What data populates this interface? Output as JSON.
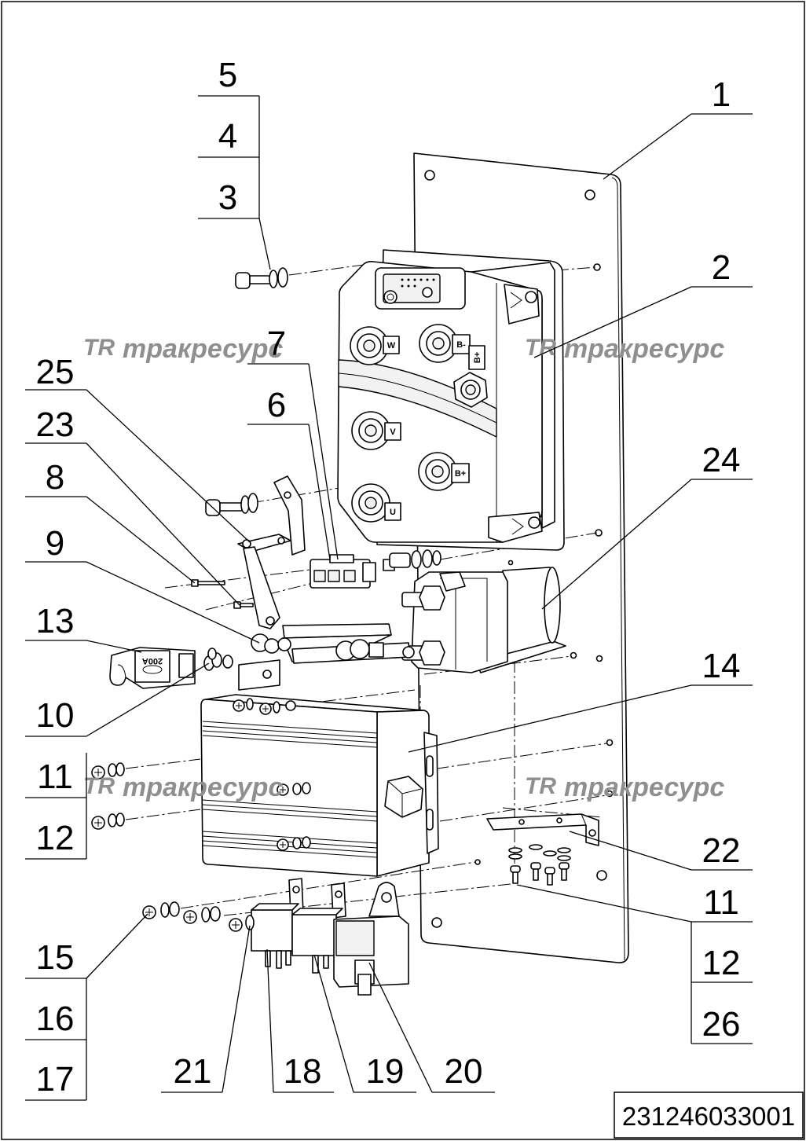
{
  "callouts": [
    "5",
    "4",
    "3",
    "1",
    "2",
    "7",
    "6",
    "25",
    "23",
    "8",
    "9",
    "13",
    "10",
    "11",
    "12",
    "24",
    "14",
    "22",
    "11",
    "12",
    "26",
    "15",
    "16",
    "17",
    "21",
    "18",
    "19",
    "20"
  ],
  "drawing_number": "231246033001",
  "watermark": {
    "logo": "TR",
    "text": "тракресурс"
  },
  "terminals": {
    "w": "W",
    "b_minus": "B-",
    "b_plus_top": "B+",
    "v": "V",
    "b_plus_low": "B+",
    "u": "U"
  },
  "fuse_rating": "200A"
}
